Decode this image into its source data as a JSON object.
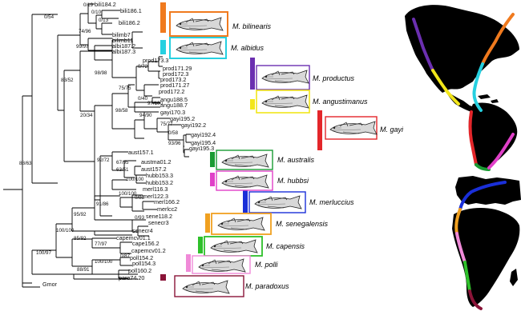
{
  "tree": {
    "tips": [
      {
        "id": "t1",
        "label": "bili184.2"
      },
      {
        "id": "t2",
        "label": "bili186.1"
      },
      {
        "id": "t3",
        "label": "bili186.2"
      },
      {
        "id": "t4",
        "label": "bilimb7"
      },
      {
        "id": "t5",
        "label": "bilimb11"
      },
      {
        "id": "t6",
        "label": "albi187.2"
      },
      {
        "id": "t7",
        "label": "albi187.3"
      },
      {
        "id": "t8",
        "label": "prod173.3"
      },
      {
        "id": "t9",
        "label": "prod171.29"
      },
      {
        "id": "t10",
        "label": "prod172.3"
      },
      {
        "id": "t11",
        "label": "prod173.2"
      },
      {
        "id": "t12",
        "label": "prod171.27"
      },
      {
        "id": "t13",
        "label": "prod172.2"
      },
      {
        "id": "t14",
        "label": "angu188.5"
      },
      {
        "id": "t15",
        "label": "angu188.7"
      },
      {
        "id": "t16",
        "label": "gayi170.3"
      },
      {
        "id": "t17",
        "label": "gayi195.2"
      },
      {
        "id": "t18",
        "label": "gayi192.2"
      },
      {
        "id": "t19",
        "label": "gayi192.4"
      },
      {
        "id": "t20",
        "label": "gayi195.4"
      },
      {
        "id": "t21",
        "label": "gayi195.3"
      },
      {
        "id": "t22",
        "label": "aust157.1"
      },
      {
        "id": "t23",
        "label": "austma01.2"
      },
      {
        "id": "t24",
        "label": "aust157.2"
      },
      {
        "id": "t25",
        "label": "hubb153.3"
      },
      {
        "id": "t26",
        "label": "hubb153.2"
      },
      {
        "id": "t27",
        "label": "merl116.3"
      },
      {
        "id": "t28",
        "label": "merl122.3"
      },
      {
        "id": "t29",
        "label": "merl166.2"
      },
      {
        "id": "t30",
        "label": "merlcc2"
      },
      {
        "id": "t31",
        "label": "sene118.2"
      },
      {
        "id": "t32",
        "label": "senecr3"
      },
      {
        "id": "t33",
        "label": "senecr4"
      },
      {
        "id": "t34",
        "label": "capemcv01.1"
      },
      {
        "id": "t35",
        "label": "cape156.2"
      },
      {
        "id": "t36",
        "label": "capemcv01.2"
      },
      {
        "id": "t37",
        "label": "poll154.2"
      },
      {
        "id": "t38",
        "label": "poll154.3"
      },
      {
        "id": "t39",
        "label": "poll160.2"
      },
      {
        "id": "t40",
        "label": "para74.20"
      },
      {
        "id": "t41",
        "label": "Gmor"
      }
    ],
    "support": [
      {
        "id": "s1",
        "text": "0/19"
      },
      {
        "id": "s2",
        "text": "0/10"
      },
      {
        "id": "s3",
        "text": "0/13"
      },
      {
        "id": "s4",
        "text": "0/54"
      },
      {
        "id": "s5",
        "text": "74/96"
      },
      {
        "id": "s6",
        "text": "99/97"
      },
      {
        "id": "s7",
        "text": "0/72"
      },
      {
        "id": "s8",
        "text": "75/75"
      },
      {
        "id": "s9",
        "text": "98/98"
      },
      {
        "id": "s10",
        "text": "0/40"
      },
      {
        "id": "s11",
        "text": "97/100"
      },
      {
        "id": "s12",
        "text": "98/58"
      },
      {
        "id": "s13",
        "text": "83/52"
      },
      {
        "id": "s14",
        "text": "94/90"
      },
      {
        "id": "s15",
        "text": "75/77"
      },
      {
        "id": "s16",
        "text": "0/58"
      },
      {
        "id": "s17",
        "text": "93/96"
      },
      {
        "id": "s18",
        "text": "20/34"
      },
      {
        "id": "s19",
        "text": "67/95"
      },
      {
        "id": "s20",
        "text": "63/51"
      },
      {
        "id": "s21",
        "text": "92/72"
      },
      {
        "id": "s22",
        "text": "100/100"
      },
      {
        "id": "s23",
        "text": "88/63"
      },
      {
        "id": "s24",
        "text": "100/100"
      },
      {
        "id": "s25",
        "text": "0/83"
      },
      {
        "id": "s26",
        "text": "91/86"
      },
      {
        "id": "s27",
        "text": "0/93"
      },
      {
        "id": "s28",
        "text": "95/92"
      },
      {
        "id": "s29",
        "text": "100/100"
      },
      {
        "id": "s30",
        "text": "85/92"
      },
      {
        "id": "s31",
        "text": "77/97"
      },
      {
        "id": "s32",
        "text": "100/97"
      },
      {
        "id": "s33",
        "text": "0/87"
      },
      {
        "id": "s34",
        "text": "100/100"
      },
      {
        "id": "s35",
        "text": "88/91"
      }
    ]
  },
  "species": [
    {
      "id": "bilinearis",
      "name": "M. bilinearis",
      "color": "#f07a1e"
    },
    {
      "id": "albidus",
      "name": "M. albidus",
      "color": "#26d0e0"
    },
    {
      "id": "productus",
      "name": "M. productus",
      "color": "#6b2fb0"
    },
    {
      "id": "angustimanus",
      "name": "M. angustimanus",
      "color": "#f2e61a"
    },
    {
      "id": "gayi",
      "name": "M. gayi",
      "color": "#e3262a"
    },
    {
      "id": "australis",
      "name": "M. australis",
      "color": "#1a9b33"
    },
    {
      "id": "hubbsi",
      "name": "M. hubbsi",
      "color": "#e040c8"
    },
    {
      "id": "merluccius",
      "name": "M. merluccius",
      "color": "#1a2fd8"
    },
    {
      "id": "senegalensis",
      "name": "M. senegalensis",
      "color": "#f0a020"
    },
    {
      "id": "capensis",
      "name": "M. capensis",
      "color": "#2ec02a"
    },
    {
      "id": "polli",
      "name": "M. polli",
      "color": "#f08ad8"
    },
    {
      "id": "paradoxus",
      "name": "M. paradoxus",
      "color": "#8a1438"
    }
  ]
}
